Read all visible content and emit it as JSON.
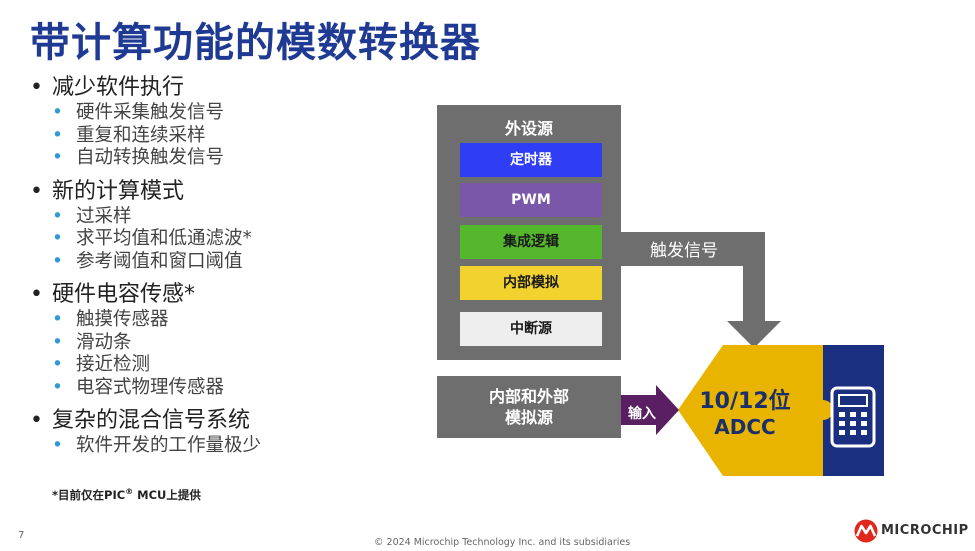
{
  "title": "带计算功能的模数转换器",
  "bullets": [
    {
      "label": "减少软件执行",
      "items": [
        "硬件采集触发信号",
        "重复和连续采样",
        "自动转换触发信号"
      ]
    },
    {
      "label": "新的计算模式",
      "items": [
        "过采样",
        "求平均值和低通滤波*",
        "参考阈值和窗口阈值"
      ]
    },
    {
      "label": "硬件电容传感*",
      "items": [
        "触摸传感器",
        "滑动条",
        "接近检测",
        "电容式物理传感器"
      ]
    },
    {
      "label": "复杂的混合信号系统",
      "items": [
        "软件开发的工作量极少"
      ]
    }
  ],
  "bullet_glyph": "•",
  "note": {
    "text": "*目前仅在PIC",
    "sup": "®",
    "text2": " MCU上提供"
  },
  "diagram": {
    "peripheral_title": "外设源",
    "sources": [
      {
        "label": "定时器",
        "color": "#2f3df5",
        "text_color": "#ffffff"
      },
      {
        "label": "PWM",
        "color": "#7a57a8",
        "text_color": "#ffffff"
      },
      {
        "label": "集成逻辑",
        "color": "#55b82c",
        "text_color": "#1a1a1a"
      },
      {
        "label": "内部模拟",
        "color": "#f2d22e",
        "text_color": "#1a1a1a"
      },
      {
        "label": "中断源",
        "color": "#eeeeee",
        "text_color": "#1a1a1a"
      }
    ],
    "trigger_label": "触发信号",
    "analog_line1": "内部和外部",
    "analog_line2": "模拟源",
    "input_label": "输入",
    "adcc_line1": "10/12位",
    "adcc_line2": "ADCC",
    "colors": {
      "gray": "#6e6e6e",
      "arrow_purple": "#5a1f63",
      "adcc_gold": "#e8b400",
      "chip_navy": "#1b2f80"
    }
  },
  "page_number": "7",
  "footer": "© 2024 Microchip Technology Inc. and its subsidiaries",
  "brand": "MICROCHIP"
}
